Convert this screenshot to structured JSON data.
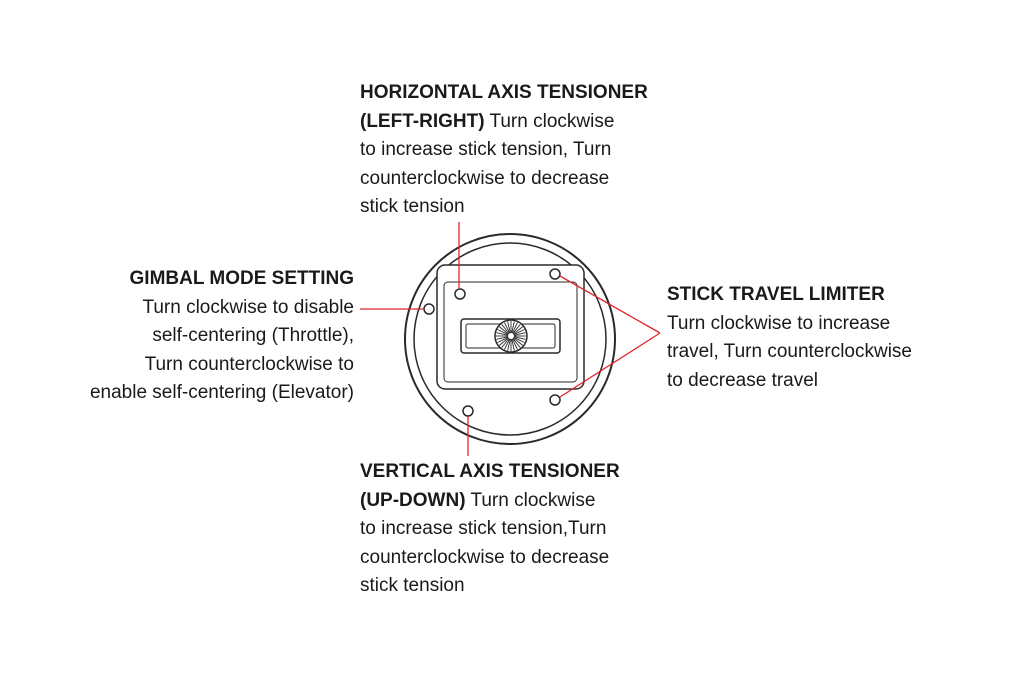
{
  "accent_color": "#e0262b",
  "labels": {
    "horizontal": {
      "title": "HORIZONTAL AXIS TENSIONER",
      "title2": "(LEFT-RIGHT)",
      "desc1": " Turn clockwise",
      "desc2": "to increase stick tension, Turn",
      "desc3": "counterclockwise to decrease",
      "desc4": "stick tension"
    },
    "gimbal": {
      "title": "GIMBAL MODE SETTING",
      "desc1": "Turn clockwise to disable",
      "desc2": "self-centering (Throttle),",
      "desc3": "Turn counterclockwise to",
      "desc4": "enable self-centering (Elevator)"
    },
    "travel": {
      "title": "STICK TRAVEL LIMITER",
      "desc1": "Turn clockwise to increase",
      "desc2": "travel, Turn counterclockwise",
      "desc3": "to decrease travel"
    },
    "vertical": {
      "title": "VERTICAL AXIS TENSIONER",
      "title2": "(UP-DOWN)",
      "desc1": " Turn clockwise",
      "desc2": "to increase stick tension,Turn",
      "desc3": "counterclockwise to decrease",
      "desc4": "stick tension"
    }
  }
}
